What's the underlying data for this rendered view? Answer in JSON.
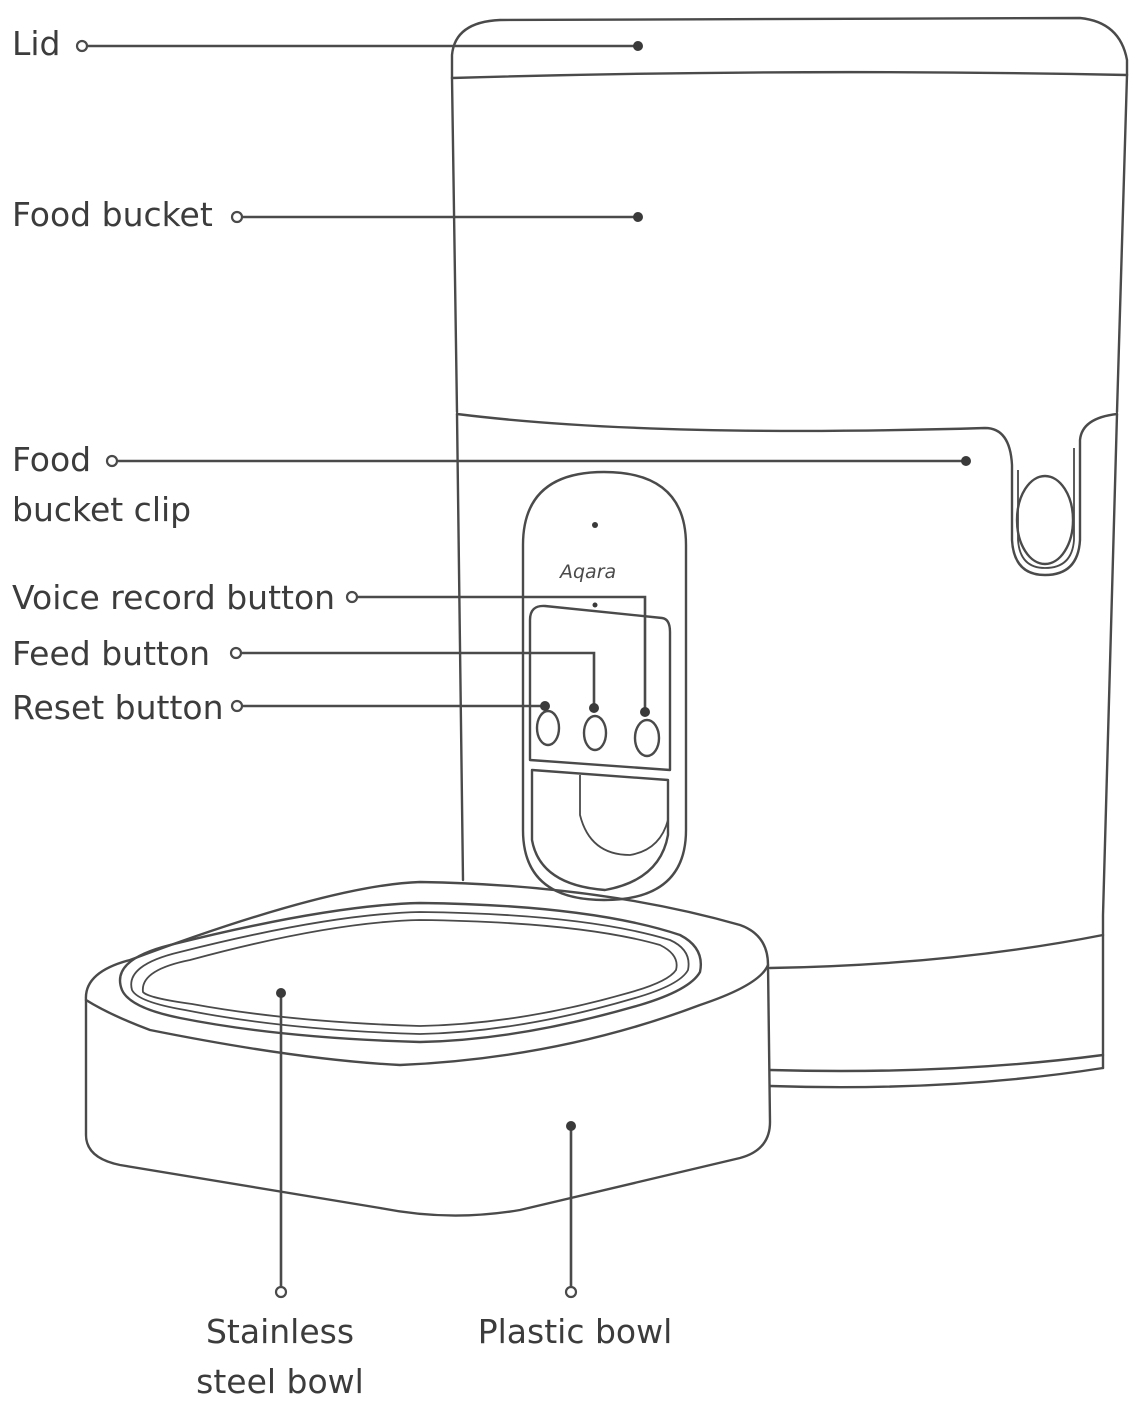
{
  "labels": {
    "lid": "Lid",
    "food_bucket": "Food bucket",
    "food_bucket_clip_line1": "Food",
    "food_bucket_clip_line2": "bucket clip",
    "voice_record_button": "Voice record button",
    "feed_button": "Feed button",
    "reset_button": "Reset button",
    "stainless_line1": "Stainless",
    "stainless_line2": "steel bowl",
    "plastic_bowl": "Plastic bowl"
  },
  "brand_logo": "Aqara"
}
